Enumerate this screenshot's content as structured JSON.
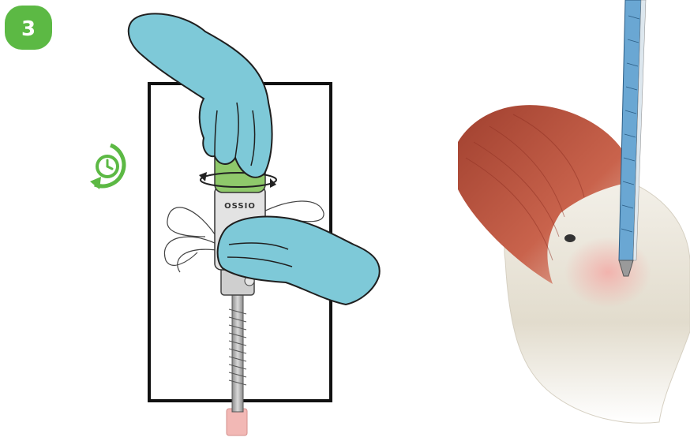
{
  "step": {
    "number": "3"
  },
  "device": {
    "brand_label": "OSSIO"
  },
  "colors": {
    "step_badge": "#5cb944",
    "glove": "#7ec9d8",
    "glove_outline": "#1f1f1f",
    "handle_green": "#8fc96b",
    "rotation_icon": "#5cb944",
    "muscle": "#b5513f",
    "bone": "#e9e4d8",
    "drill_blue": "#6aa7d3",
    "tip_pink": "#f2b8b5"
  },
  "icons": {
    "step_badge": "number-badge",
    "rotation": "clock-rotation-icon",
    "twist_arrow": "rotation-arrow-icon"
  }
}
